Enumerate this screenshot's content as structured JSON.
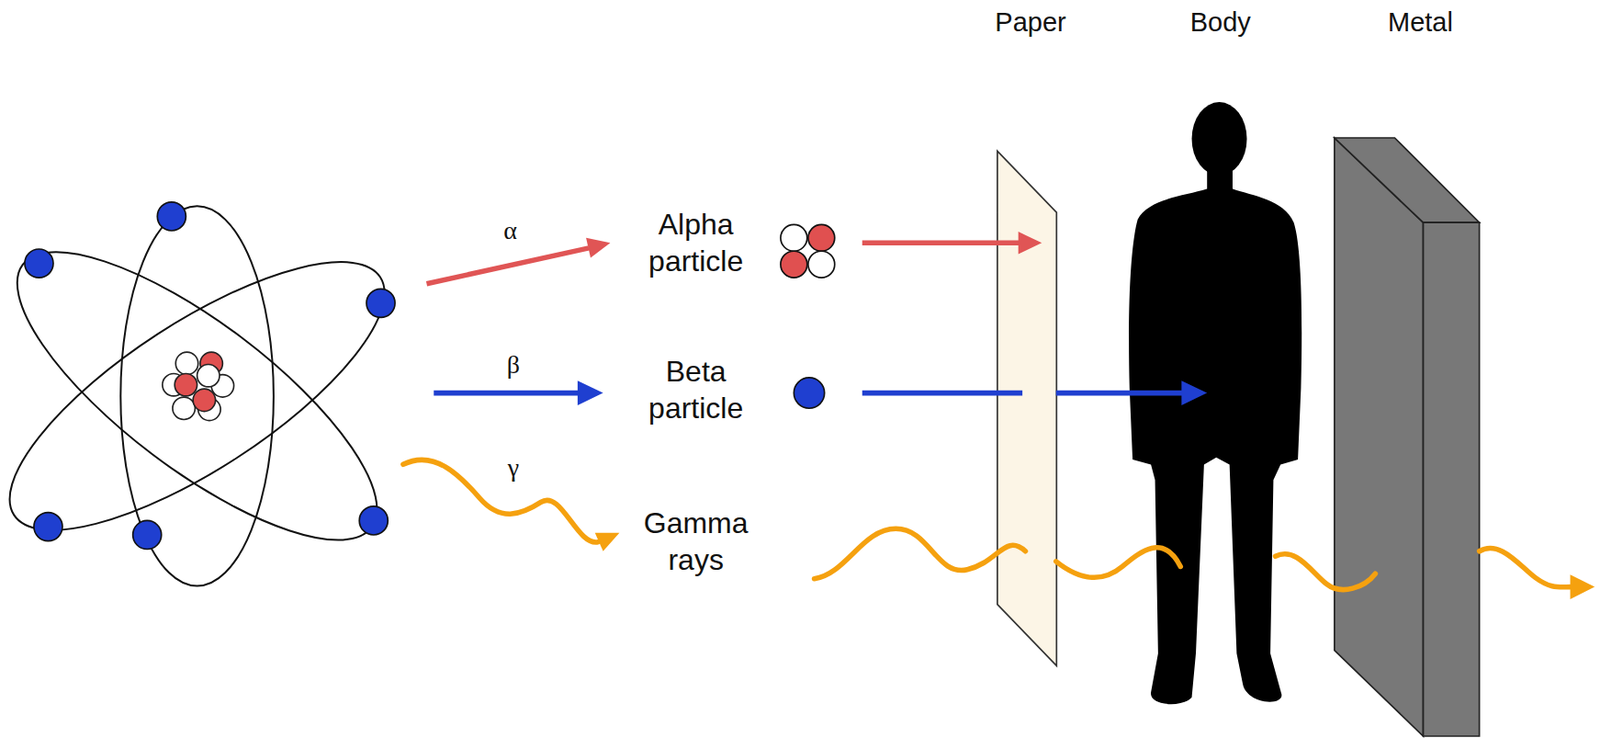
{
  "diagram": {
    "nodes": [
      {
        "text": [
          "Paper"
        ]
      },
      {
        "text": [
          "Body"
        ]
      },
      {
        "text": [
          "Metal"
        ]
      }
    ],
    "labels": [
      "α",
      "Alpha particle",
      "β",
      "Beta particle",
      "γ",
      "Gamma rays"
    ]
  }
}
